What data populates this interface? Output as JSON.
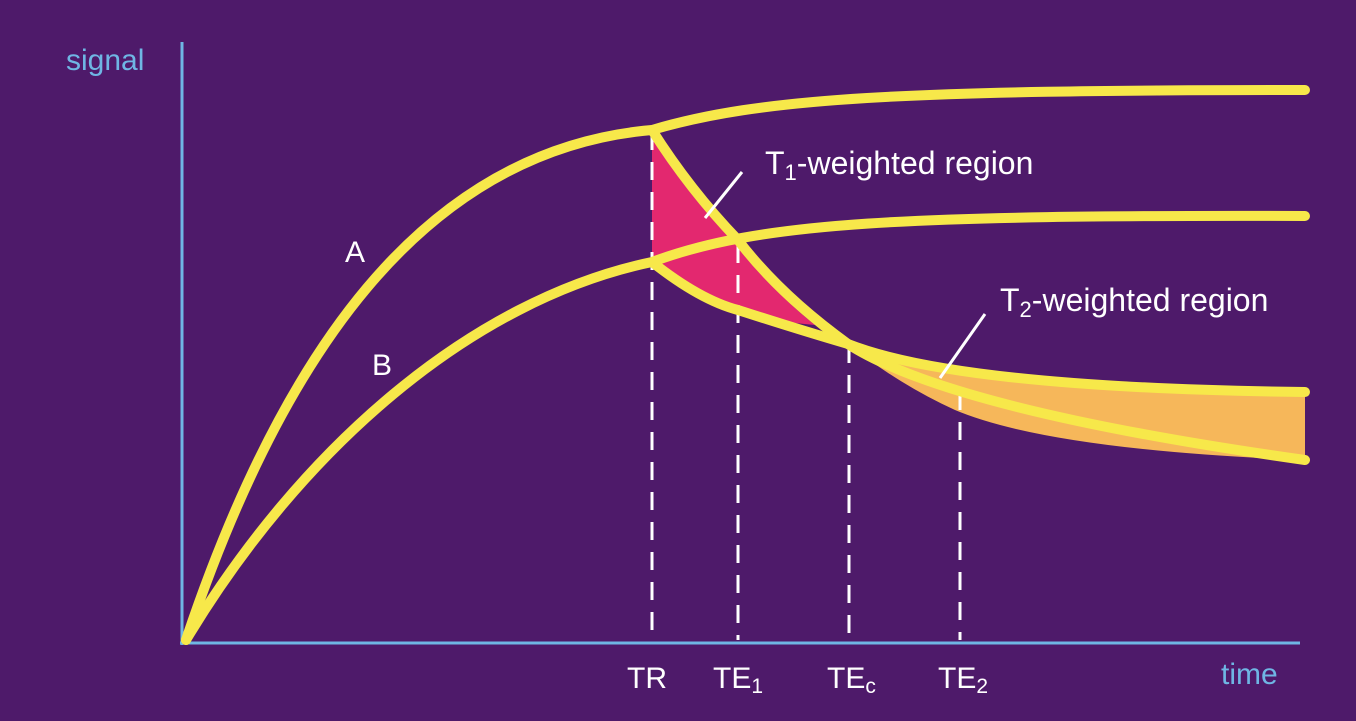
{
  "colors": {
    "background": "#4e1a6a",
    "axis": "#6fb6e4",
    "curve": "#f7e84a",
    "t1_region": "#e3286f",
    "t2_region": "#f6b75a",
    "guide": "#ffffff",
    "label": "#ffffff"
  },
  "axes": {
    "y_label": "signal",
    "x_label": "time"
  },
  "curves": {
    "a_label": "A",
    "b_label": "B"
  },
  "ticks": {
    "tr": "TR",
    "te1_main": "TE",
    "te1_sub": "1",
    "tec_main": "TE",
    "tec_sub": "c",
    "te2_main": "TE",
    "te2_sub": "2"
  },
  "regions": {
    "t1": {
      "t": "T",
      "sub": "1",
      "rest": "-weighted region"
    },
    "t2": {
      "t": "T",
      "sub": "2",
      "rest": "-weighted region"
    }
  }
}
